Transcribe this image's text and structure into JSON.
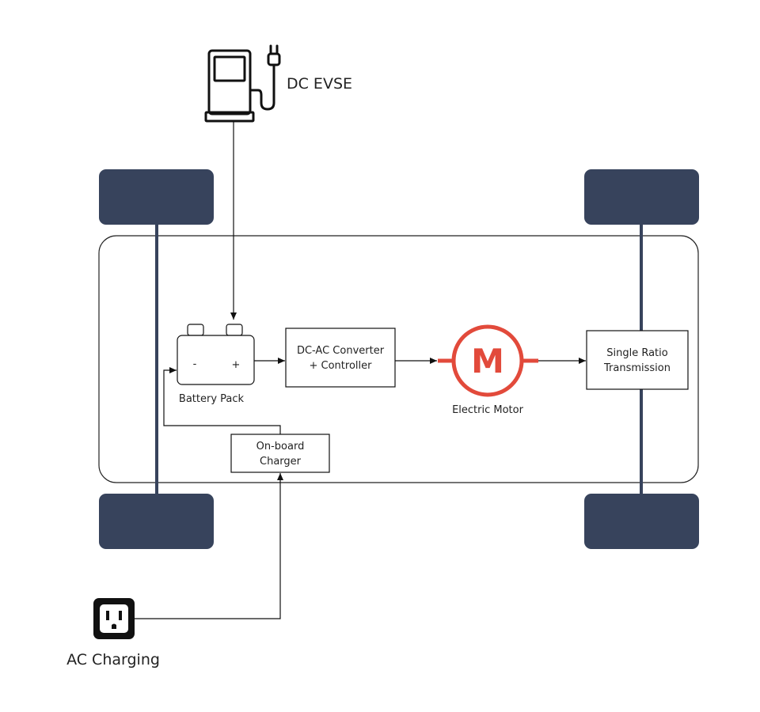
{
  "labels": {
    "dc_evse": "DC EVSE",
    "ac_charging": "AC Charging",
    "battery_pack": "Battery Pack",
    "battery_minus": "-",
    "battery_plus": "+",
    "converter_line1": "DC-AC Converter",
    "converter_line2": "+ Controller",
    "motor_letter": "M",
    "electric_motor": "Electric Motor",
    "transmission_line1": "Single Ratio",
    "transmission_line2": "Transmission",
    "charger_line1": "On-board",
    "charger_line2": "Charger"
  },
  "icons": {
    "dc_evse": "ev-charging-station-icon",
    "ac_charging": "power-outlet-icon"
  },
  "colors": {
    "wheel": "#37435c",
    "axle": "#37435c",
    "motor": "#e24a3b",
    "line": "#111111",
    "text": "#222222"
  }
}
